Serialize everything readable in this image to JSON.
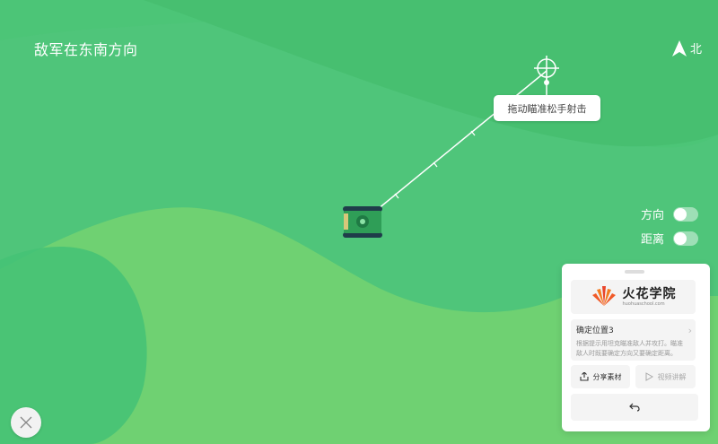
{
  "title": "敌军在东南方向",
  "compass": {
    "label": "北",
    "icon": "north-arrow-icon"
  },
  "aim_hint": "拖动瞄准松手射击",
  "toggles": [
    {
      "label": "方向",
      "on": false
    },
    {
      "label": "距离",
      "on": false
    }
  ],
  "panel": {
    "brand": {
      "name": "火花学院",
      "url": "huohuaschool.com",
      "icon": "huohua-logo-icon"
    },
    "lesson": {
      "title": "确定位置3",
      "description": "根据提示用坦克瞄准敌人并攻打。瞄准敌人时既要确定方向又要确定距离。"
    },
    "share_label": "分享素材",
    "video_label": "视频讲解",
    "back_icon": "undo-arrow-icon"
  },
  "colors": {
    "field_dark": "#4fc57a",
    "field_light": "#6dd173",
    "hill_yellow": "#7bd36a",
    "tank_body": "#2f9e57",
    "tank_track": "#1f3d4a"
  },
  "close_icon": "close-icon"
}
